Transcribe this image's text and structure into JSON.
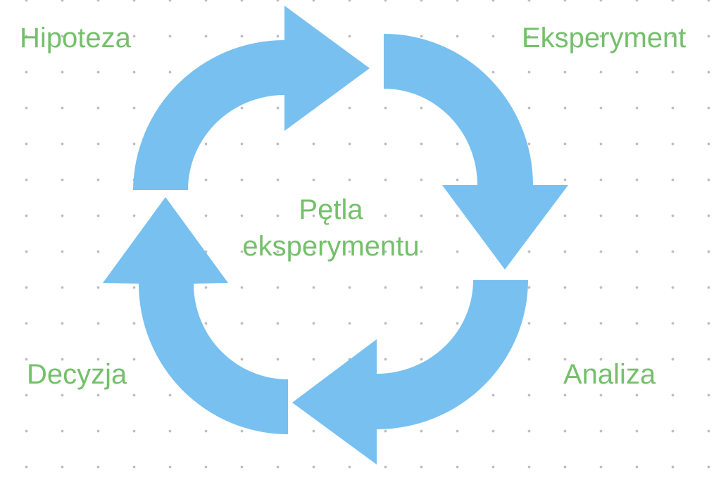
{
  "colors": {
    "arrow": "#78C0F0",
    "text": "#74C06A"
  },
  "labels": {
    "top_left": "Hipoteza",
    "top_right": "Eksperyment",
    "bottom_right": "Analiza",
    "bottom_left": "Decyzja"
  },
  "center": {
    "line1": "Pętla",
    "line2": "eksperymentu"
  }
}
